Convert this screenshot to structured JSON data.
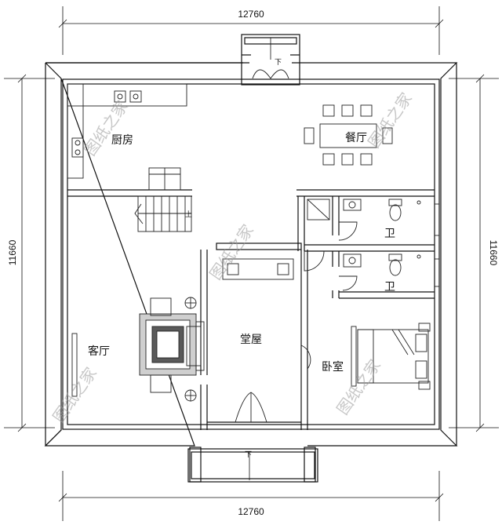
{
  "dimensions": {
    "width_top": "12760",
    "width_bottom": "12760",
    "height_left": "11660",
    "height_right": "11660"
  },
  "rooms": {
    "kitchen": "厨房",
    "dining": "餐厅",
    "bath_upper": "卫",
    "bath_lower": "卫",
    "living": "客厅",
    "hall": "堂屋",
    "bedroom": "卧室"
  },
  "stair_label": "上",
  "entrance_labels": {
    "top": "下",
    "bottom": "下"
  },
  "watermark": "图纸之家"
}
